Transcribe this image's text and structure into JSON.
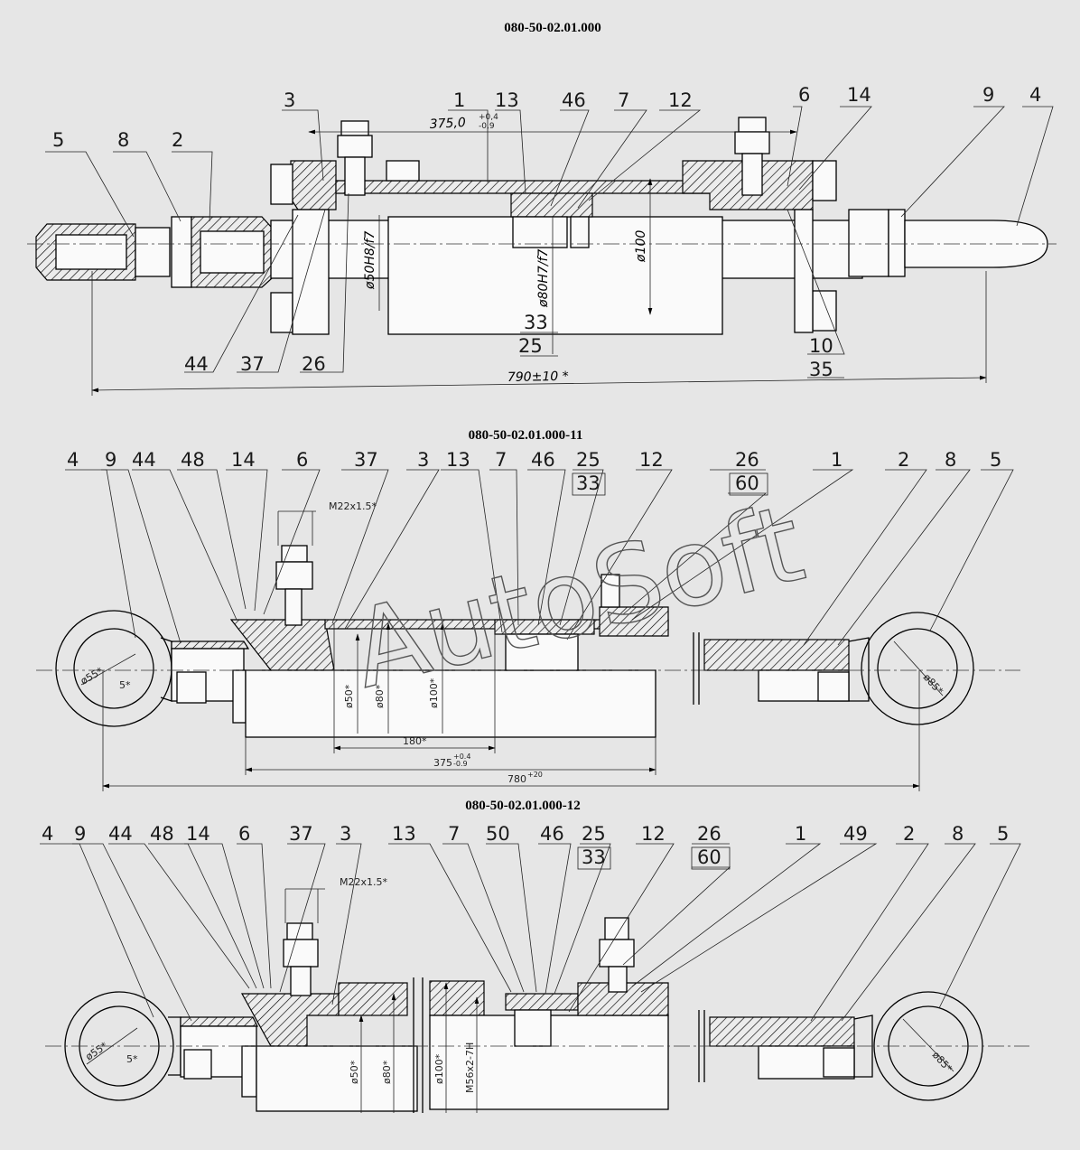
{
  "drawing": {
    "titles": {
      "top": "080-50-02.01.000",
      "middle": "080-50-02.01.000-11",
      "bottom": "080-50-02.01.000-12"
    },
    "watermark": "AutoSoft",
    "view1": {
      "labels": [
        "5",
        "8",
        "2",
        "3",
        "1",
        "13",
        "46",
        "7",
        "12",
        "6",
        "14",
        "9",
        "4",
        "44",
        "37",
        "26",
        "33",
        "25",
        "10",
        "35"
      ],
      "dims": {
        "stroke": "375,0",
        "stroke_tol_up": "+0,4",
        "stroke_tol_down": "-0,9",
        "rod_fit": "ø50H8/f7",
        "piston_fit": "ø80H7/f7",
        "bore": "ø100",
        "length": "790±10 *"
      }
    },
    "view2": {
      "labels": [
        "4",
        "9",
        "44",
        "48",
        "14",
        "6",
        "37",
        "3",
        "13",
        "7",
        "46",
        "25",
        "33",
        "12",
        "26",
        "60",
        "1",
        "2",
        "8",
        "5"
      ],
      "dims": {
        "thread": "M22x1.5*",
        "eye_left": "ø55*",
        "slot": "5*",
        "rod": "ø50*",
        "piston": "ø80*",
        "bore": "ø100*",
        "eye_right": "ø85*",
        "d180": "180*",
        "stroke": "375",
        "stroke_tol_up": "+0.4",
        "stroke_tol_down": "-0.9",
        "length": "780",
        "length_tol": "+20"
      }
    },
    "view3": {
      "labels": [
        "4",
        "9",
        "44",
        "48",
        "14",
        "6",
        "37",
        "3",
        "13",
        "7",
        "50",
        "46",
        "25",
        "33",
        "12",
        "26",
        "60",
        "1",
        "49",
        "2",
        "8",
        "5"
      ],
      "dims": {
        "thread": "M22x1.5*",
        "eye_left": "ø55*",
        "slot": "5*",
        "rod": "ø50*",
        "piston": "ø80*",
        "bore": "ø100*",
        "piston_thread": "M56x2-7H",
        "eye_right": "ø85*"
      }
    }
  }
}
